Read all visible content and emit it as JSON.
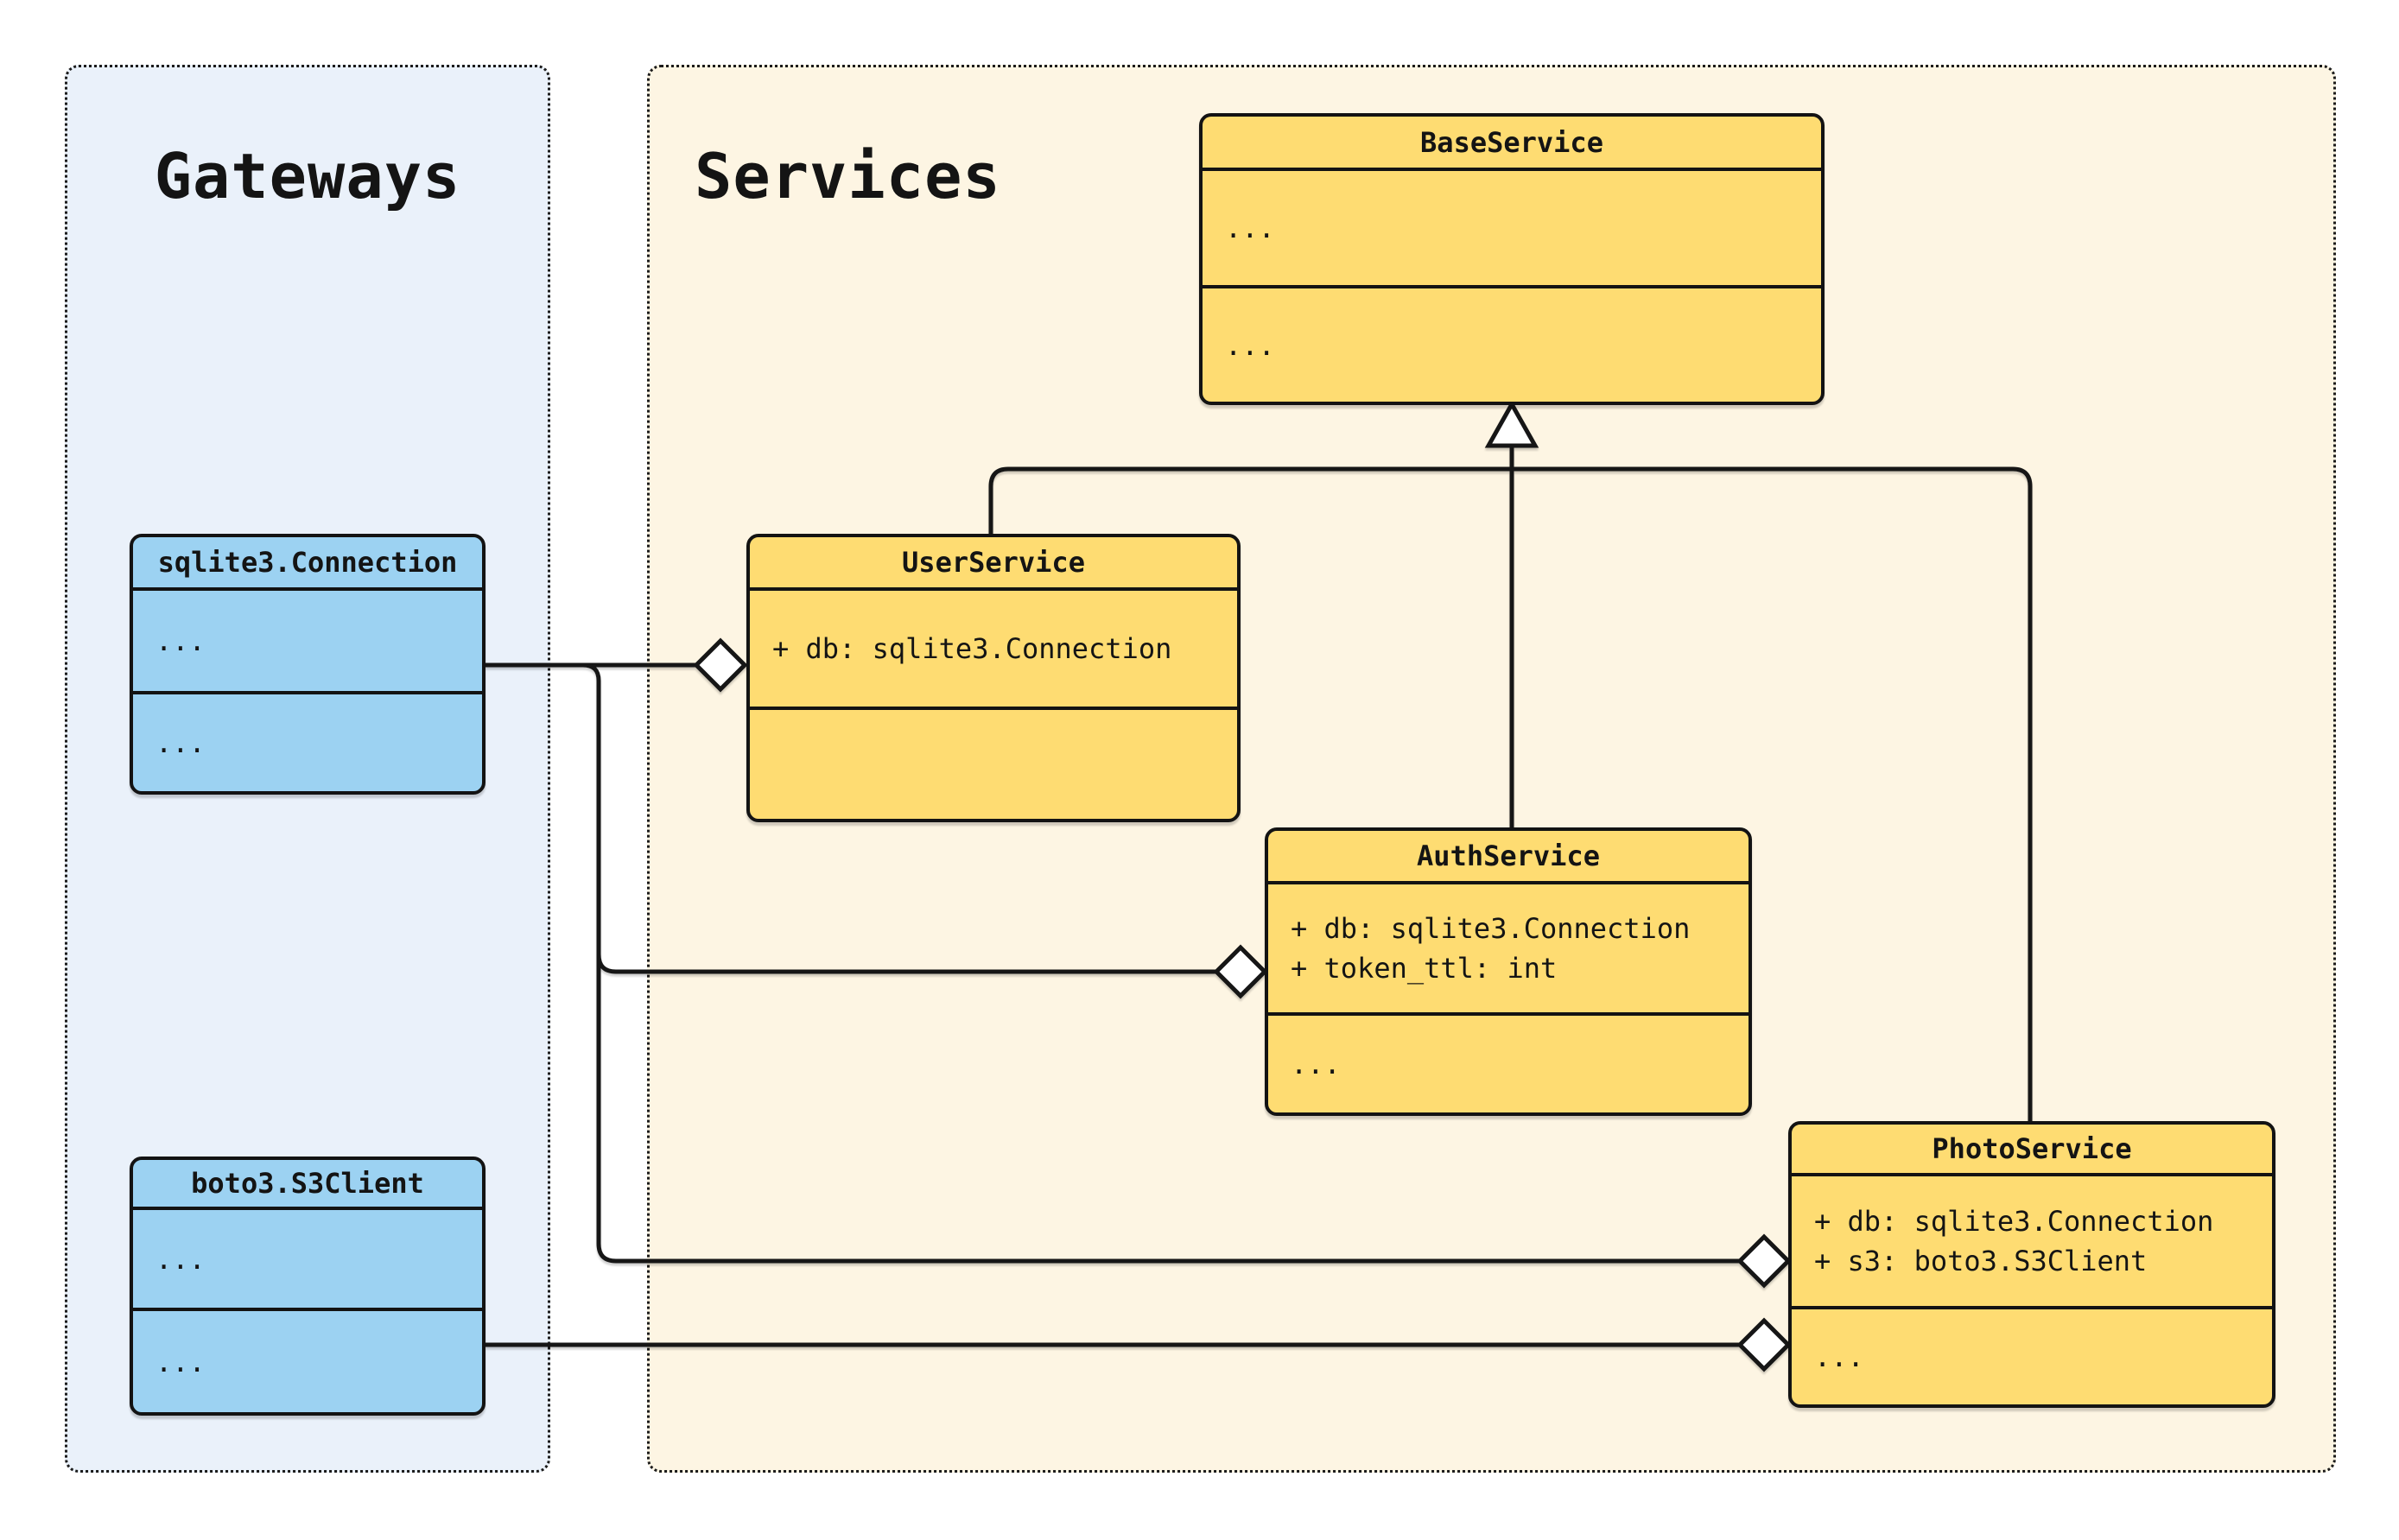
{
  "diagram_type": "uml-class-diagram",
  "groups": {
    "gateways": {
      "label": "Gateways",
      "bg": "#EAF1FA"
    },
    "services": {
      "label": "Services",
      "bg": "#FDF5E3"
    }
  },
  "classes": {
    "connection": {
      "title": "sqlite3.Connection",
      "attributes": [
        "..."
      ],
      "methods": [
        "..."
      ],
      "fill": "#9CD2F2",
      "group": "Gateways"
    },
    "s3client": {
      "title": "boto3.S3Client",
      "attributes": [
        "..."
      ],
      "methods": [
        "..."
      ],
      "fill": "#9CD2F2",
      "group": "Gateways"
    },
    "base": {
      "title": "BaseService",
      "attributes": [
        "..."
      ],
      "methods": [
        "..."
      ],
      "fill": "#FEDC72",
      "group": "Services"
    },
    "user": {
      "title": "UserService",
      "attributes": [
        "+ db: sqlite3.Connection"
      ],
      "methods": [],
      "fill": "#FEDC72",
      "group": "Services"
    },
    "auth": {
      "title": "AuthService",
      "attributes": [
        "+ db: sqlite3.Connection",
        "+ token_ttl: int"
      ],
      "methods": [
        "..."
      ],
      "fill": "#FEDC72",
      "group": "Services"
    },
    "photo": {
      "title": "PhotoService",
      "attributes": [
        "+ db: sqlite3.Connection",
        "+ s3: boto3.S3Client"
      ],
      "methods": [
        "..."
      ],
      "fill": "#FEDC72",
      "group": "Services"
    }
  },
  "relationships": [
    {
      "from": "UserService",
      "to": "BaseService",
      "type": "inheritance"
    },
    {
      "from": "AuthService",
      "to": "BaseService",
      "type": "inheritance"
    },
    {
      "from": "PhotoService",
      "to": "BaseService",
      "type": "inheritance"
    },
    {
      "from": "sqlite3.Connection",
      "to": "UserService",
      "type": "aggregation"
    },
    {
      "from": "sqlite3.Connection",
      "to": "AuthService",
      "type": "aggregation"
    },
    {
      "from": "sqlite3.Connection",
      "to": "PhotoService",
      "type": "aggregation"
    },
    {
      "from": "boto3.S3Client",
      "to": "PhotoService",
      "type": "aggregation"
    }
  ],
  "colors": {
    "canvas_bg": "#FFFFFF",
    "gateways_panel_bg": "#EAF1FA",
    "services_panel_bg": "#FDF5E3",
    "gateway_class_fill": "#9CD2F2",
    "service_class_fill": "#FEDC72",
    "line": "#161616",
    "marker_fill": "#FFFFFF"
  }
}
